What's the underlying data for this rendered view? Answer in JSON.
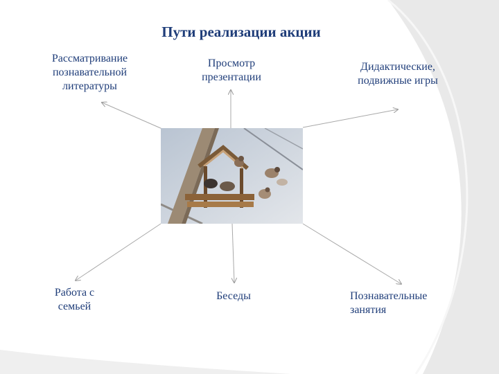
{
  "diagram": {
    "title": "Пути реализации акции",
    "center_image_icon": "bird-feeder-photo",
    "nodes": [
      {
        "id": "literature",
        "text": "Рассматривание познавательной литературы"
      },
      {
        "id": "presentation",
        "text": "Просмотр презентации"
      },
      {
        "id": "games",
        "text": "Дидактические, подвижные игры"
      },
      {
        "id": "family",
        "text": "Работа с семьей"
      },
      {
        "id": "talks",
        "text": "Беседы"
      },
      {
        "id": "lessons",
        "text": "Познавательные занятия"
      }
    ]
  }
}
